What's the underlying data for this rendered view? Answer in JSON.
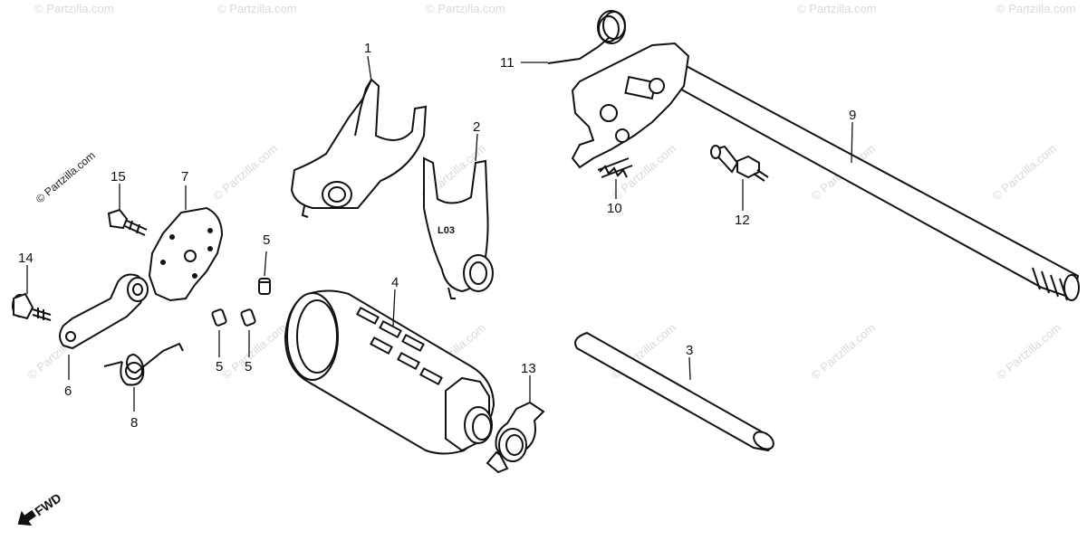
{
  "watermark": "© Partzilla.com",
  "callouts": {
    "c1": "1",
    "c2": "2",
    "c3": "3",
    "c4": "4",
    "c5a": "5",
    "c5b": "5",
    "c5c": "5",
    "c6": "6",
    "c7": "7",
    "c8": "8",
    "c9": "9",
    "c10": "10",
    "c11": "11",
    "c12": "12",
    "c13": "13",
    "c14": "14",
    "c15": "15"
  },
  "fwd_label": "FWD",
  "fork_marking": "L03"
}
